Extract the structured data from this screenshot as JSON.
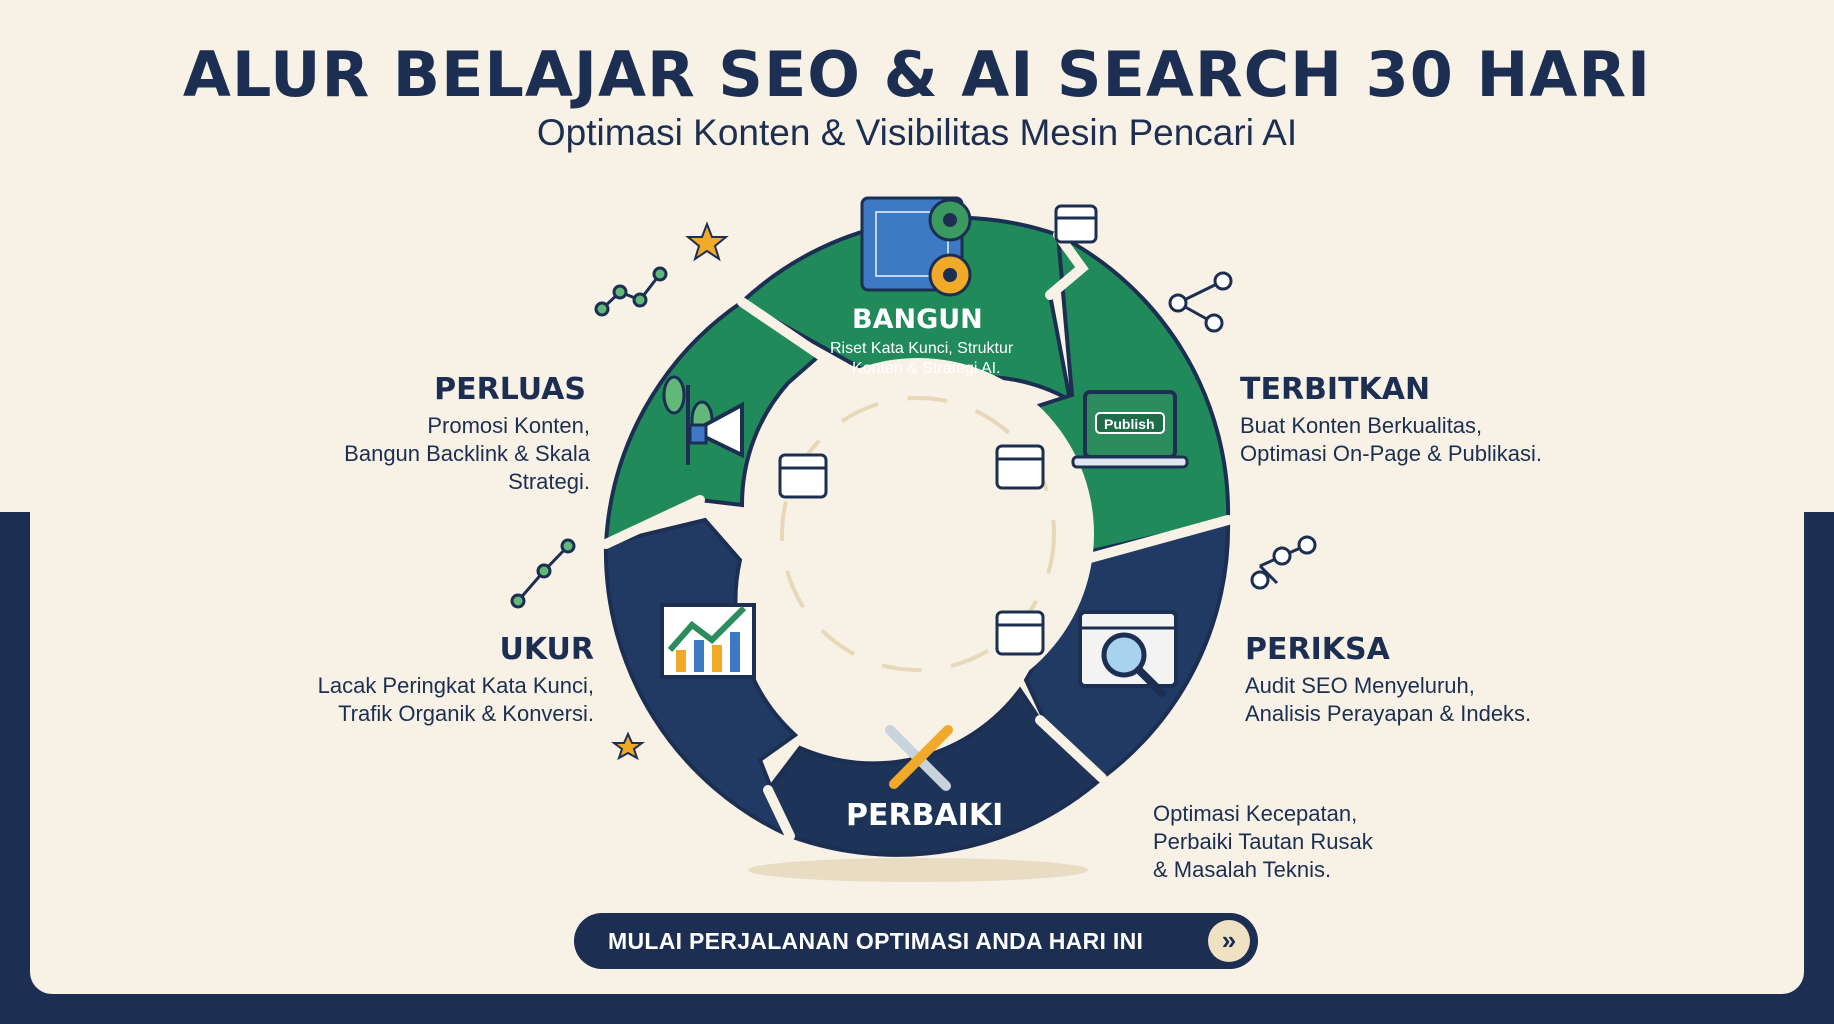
{
  "header": {
    "title": "ALUR BELAJAR SEO & AI SEARCH 30 HARI",
    "subtitle": "Optimasi Konten & Visibilitas Mesin Pencari AI"
  },
  "stages": {
    "bangun": {
      "title": "BANGUN",
      "desc_line1": "Riset Kata Kunci, Struktur",
      "desc_line2": "Konten & Strategi AI."
    },
    "terbitkan": {
      "title": "TERBITKAN",
      "desc": "Buat Konten Berkualitas,\nOptimasi On-Page & Publikasi.",
      "screen_label": "Publish"
    },
    "periksa": {
      "title": "PERIKSA",
      "desc": "Audit SEO Menyeluruh,\nAnalisis Perayapan & Indeks."
    },
    "perbaiki": {
      "title": "PERBAIKI",
      "desc": "Optimasi Kecepatan,\nPerbaiki Tautan Rusak\n& Masalah Teknis."
    },
    "ukur": {
      "title": "UKUR",
      "desc": "Lacak Peringkat Kata Kunci,\nTrafik Organik & Konversi."
    },
    "perluas": {
      "title": "PERLUAS",
      "desc": "Promosi Konten,\nBangun Backlink & Skala\nStrategi."
    }
  },
  "cta": {
    "label": "MULAI PERJALANAN OPTIMASI ANDA HARI INI",
    "arrow": "»"
  },
  "colors": {
    "navy": "#1c2f52",
    "green": "#218a5a",
    "cream": "#f7f1e6",
    "gold": "#f0a928"
  },
  "icons": [
    "blueprint-icon",
    "gear-icon",
    "laptop-icon",
    "magnifier-icon",
    "wrench-icon",
    "chart-board-icon",
    "megaphone-icon",
    "plant-icon",
    "calendar-icon",
    "star-icon",
    "network-icon"
  ]
}
